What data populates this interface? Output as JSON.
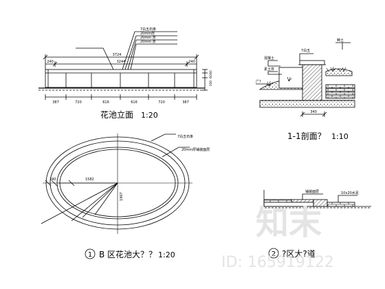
{
  "elevation": {
    "title": "花池立面",
    "scale": "1:20",
    "leaders": [
      "7白五石条",
      "20mm厚",
      "20mm 厚",
      "20mm 厚"
    ],
    "overall_dim": "3724",
    "inner_dim": "3244",
    "left_dim": "240",
    "right_dim": "240",
    "bottom_dims": [
      "387",
      "720",
      "616",
      "616",
      "720",
      "387"
    ],
    "height_dims": [
      "60",
      "60",
      "350"
    ]
  },
  "section": {
    "title": "1-1剖面？",
    "scale": "1:10",
    "labels": [
      "7白五",
      "混凝土",
      "素土夯",
      "广?",
      "种土"
    ],
    "width_dim": "340"
  },
  "plan": {
    "marker": "1",
    "title": "B 区花池大？？",
    "scale": "1:20",
    "leaders": [
      "7白五石条",
      "20mm厚铺装面层"
    ],
    "radial_dims": [
      "240",
      "1582",
      "1907"
    ]
  },
  "detail": {
    "marker": "2",
    "title": "?区大?道",
    "leaders": [
      "铺装面层",
      "10x20水泥"
    ]
  },
  "watermark": {
    "logo": "知末",
    "id": "ID: 165919122"
  }
}
